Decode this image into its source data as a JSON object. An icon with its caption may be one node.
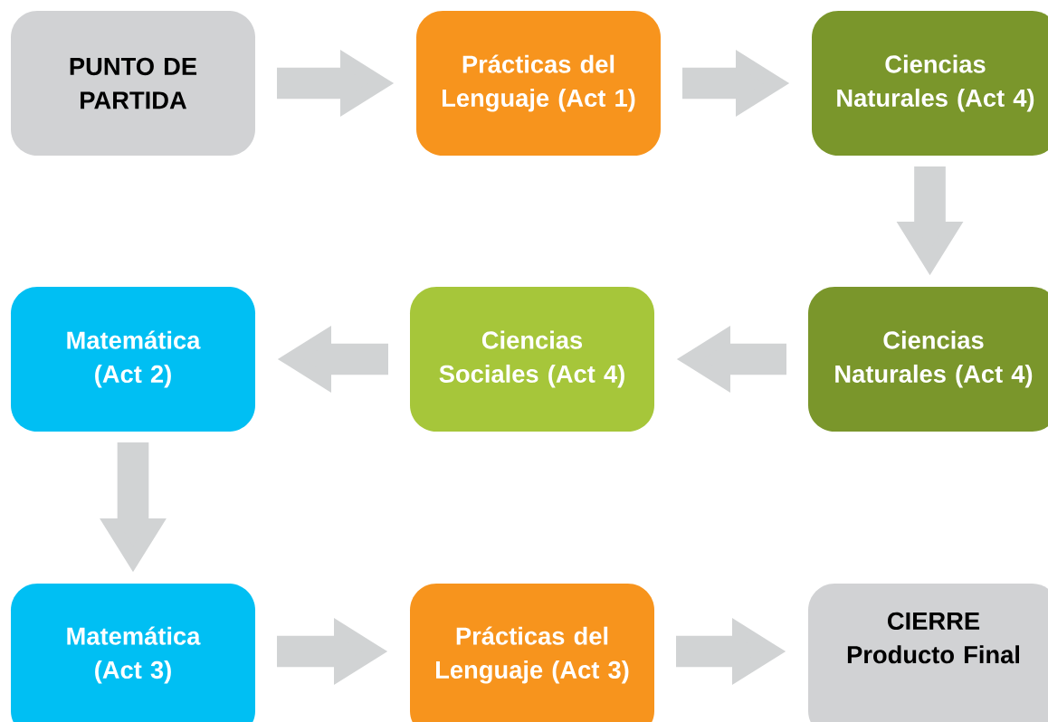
{
  "diagram": {
    "nodes": [
      {
        "text": [
          "PUNTO DE PARTIDA"
        ]
      },
      {
        "text": [
          "Prácticas del Lenguaje (Act 1)"
        ]
      },
      {
        "text": [
          "Ciencias Naturales (Act 4)"
        ]
      },
      {
        "text": [
          "Matemática (Act 2)"
        ]
      },
      {
        "text": [
          "Ciencias Sociales (Act 4)"
        ]
      },
      {
        "text": [
          "Ciencias Naturales (Act 4)"
        ]
      },
      {
        "text": [
          "Matemática (Act 3)"
        ]
      },
      {
        "text": [
          "Prácticas del Lenguaje (Act 3)"
        ]
      },
      {
        "text": [
          "CIERRE",
          "Producto Final"
        ]
      }
    ],
    "edges": [
      {
        "from": 0,
        "to": 1,
        "arrow": "to"
      },
      {
        "from": 1,
        "to": 2,
        "arrow": "to"
      },
      {
        "from": 2,
        "to": 5,
        "arrow": "to"
      },
      {
        "from": 5,
        "to": 4,
        "arrow": "to"
      },
      {
        "from": 4,
        "to": 3,
        "arrow": "to"
      },
      {
        "from": 3,
        "to": 6,
        "arrow": "to"
      },
      {
        "from": 6,
        "to": 7,
        "arrow": "to"
      },
      {
        "from": 7,
        "to": 8,
        "arrow": "to"
      }
    ]
  }
}
